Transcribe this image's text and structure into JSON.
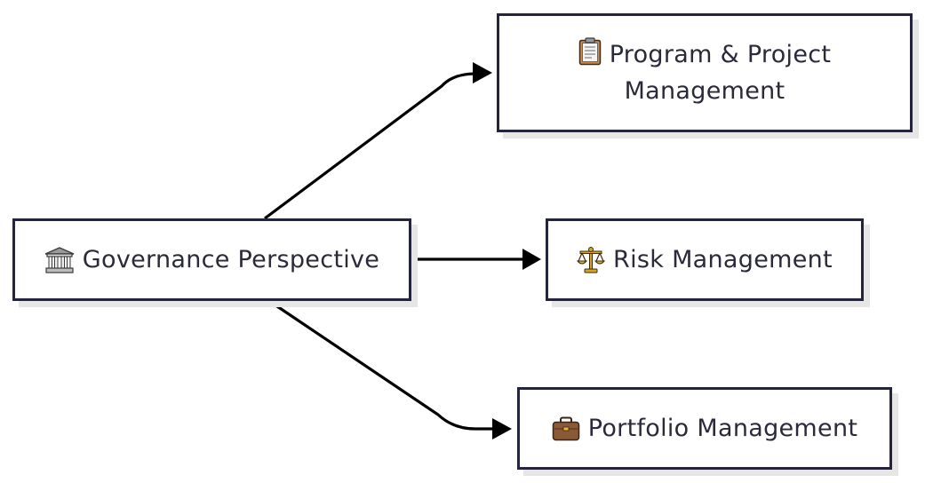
{
  "diagram": {
    "nodes": {
      "governance": {
        "label": "Governance Perspective",
        "icon": "bank-icon"
      },
      "program": {
        "label_line1": "Program & Project",
        "label_line2": "Management",
        "icon": "clipboard-icon"
      },
      "risk": {
        "label": "Risk Management",
        "icon": "scales-icon"
      },
      "portfolio": {
        "label": "Portfolio Management",
        "icon": "briefcase-icon"
      }
    },
    "edges": [
      {
        "from": "governance",
        "to": "program"
      },
      {
        "from": "governance",
        "to": "risk"
      },
      {
        "from": "governance",
        "to": "portfolio"
      }
    ],
    "colors": {
      "border": "#24243a",
      "edge": "#000000",
      "text": "#2a2a3a",
      "shadow": "#e6e6e6"
    }
  }
}
